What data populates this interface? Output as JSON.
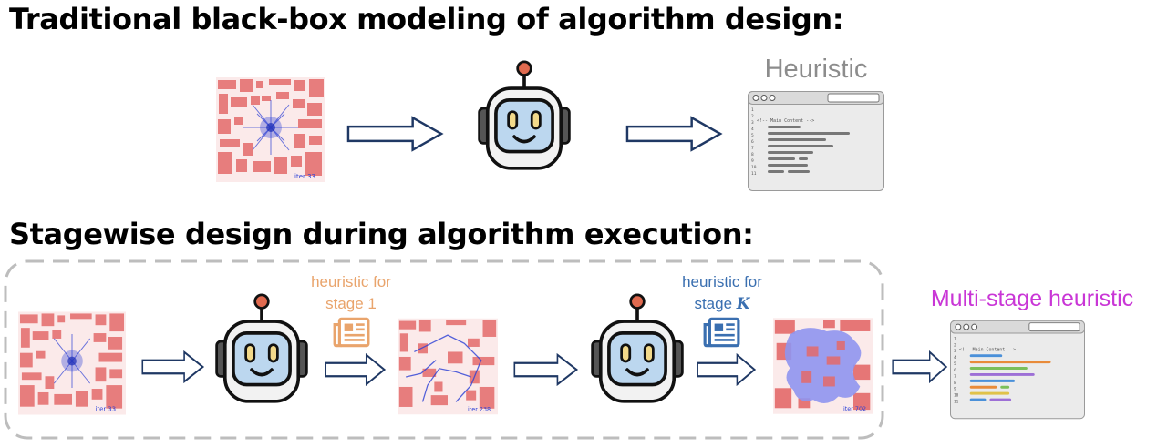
{
  "titles": {
    "top": "Traditional black-box modeling of algorithm design:",
    "bottom": "Stagewise design during algorithm execution:"
  },
  "labels": {
    "heuristic": "Heuristic",
    "stage1_line1": "heuristic for",
    "stage1_line2": "stage 1",
    "stageK_line1": "heuristic for",
    "stageK_line2": "stage ",
    "stageK_var": "K",
    "multi": "Multi-stage heuristic"
  },
  "placements": {
    "iter_top": "iter 33",
    "iter_b1": "iter 33",
    "iter_b2": "iter 238",
    "iter_b3": "iter 702"
  },
  "code_window": {
    "comment": "<!-- Main Content -->",
    "line_numbers": [
      "1",
      "2",
      "3",
      "4",
      "5",
      "6",
      "7",
      "8",
      "9",
      "10",
      "11"
    ]
  },
  "colors": {
    "heuristic_gray": "#8c8c8c",
    "stage1_orange": "#e9a46c",
    "stageK_blue": "#3a6fb0",
    "multi_magenta": "#c936d6",
    "arrow_stroke": "#1f3864",
    "chip_red": "#e46a6a"
  }
}
